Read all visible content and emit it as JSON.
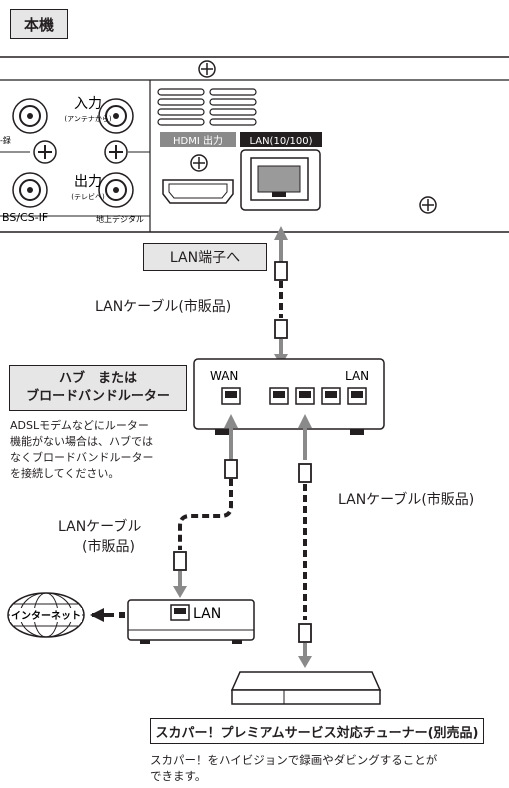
{
  "title": "本機",
  "device": {
    "input_label": "入力",
    "input_sub": "(アンテナから)",
    "output_label": "出力",
    "output_sub": "(テレビへ)",
    "side_label": "-録",
    "bs_label": "BS/CS-IF",
    "terrestrial_label": "地上デジタル",
    "hdmi_label": "HDMI 出力",
    "lan_label": "LAN(10/100)"
  },
  "lan_port_label": "LAN端子へ",
  "cable_label_top": "LANケーブル(市販品)",
  "hub": {
    "label_line1": "ハブ　または",
    "label_line2": "ブロードバンドルーター",
    "wan": "WAN",
    "lan": "LAN",
    "note_lines": [
      "ADSLモデムなどにルーター",
      "機能がない場合は、ハブでは",
      "なくブロードバンドルーター",
      "を接続してください。"
    ]
  },
  "cable_label_left_line1": "LANケーブル",
  "cable_label_left_line2": "(市販品)",
  "cable_label_right": "LANケーブル(市販品)",
  "modem_lan": "LAN",
  "internet": "インターネット",
  "tuner": {
    "label": "スカパー！プレミアムサービス対応チューナー(別売品)",
    "note_lines": [
      "スカパー！をハイビジョンで録画やダビングすることが",
      "できます。"
    ]
  }
}
